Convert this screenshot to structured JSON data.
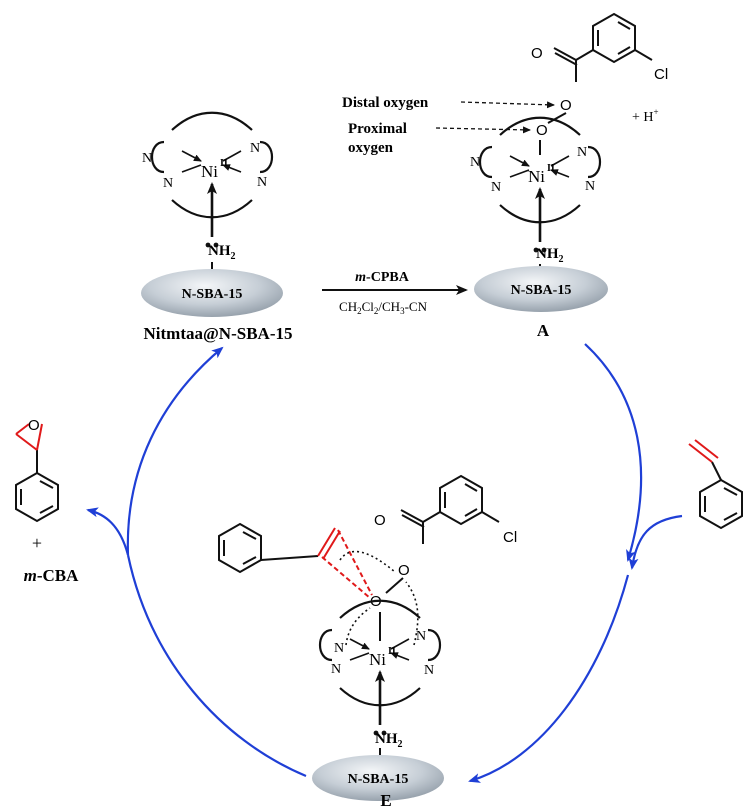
{
  "catalyst": {
    "support": "N-SBA-15",
    "amine": "NH",
    "amine_sub": "2",
    "metal": "Ni",
    "metal_ox": "II",
    "ligand_atom": "N",
    "name": "Nitmtaa@N-SBA-15"
  },
  "reaction": {
    "reagent_prefix": "m",
    "reagent_main": "-CPBA",
    "solvent": [
      {
        "t": "CH",
        "sub": false
      },
      {
        "t": "2",
        "sub": true
      },
      {
        "t": "Cl",
        "sub": false
      },
      {
        "t": "2",
        "sub": true
      },
      {
        "t": "/CH",
        "sub": false
      },
      {
        "t": "3",
        "sub": true
      },
      {
        "t": "-CN",
        "sub": false
      }
    ]
  },
  "intermediate_a": {
    "label": "A",
    "distal_label": "Distal oxygen",
    "proximal_label_1": "Proximal",
    "proximal_label_2": "oxygen",
    "proton": "+ H",
    "proton_sup": "+",
    "oxygen_atom": "O",
    "chloro": "Cl"
  },
  "intermediate_e": {
    "label": "E",
    "oxygen_atom": "O",
    "chloro": "Cl"
  },
  "products": {
    "epoxide_oxygen": "O",
    "plus": "+",
    "byproduct_prefix": "m",
    "byproduct_main": "-CBA"
  },
  "colors": {
    "cycle_arrow": "#1f3fd6",
    "highlight": "#e0191a",
    "ink": "#111111",
    "ellipse_light": "#e6eaee",
    "ellipse_dark": "#8f9aa5"
  }
}
